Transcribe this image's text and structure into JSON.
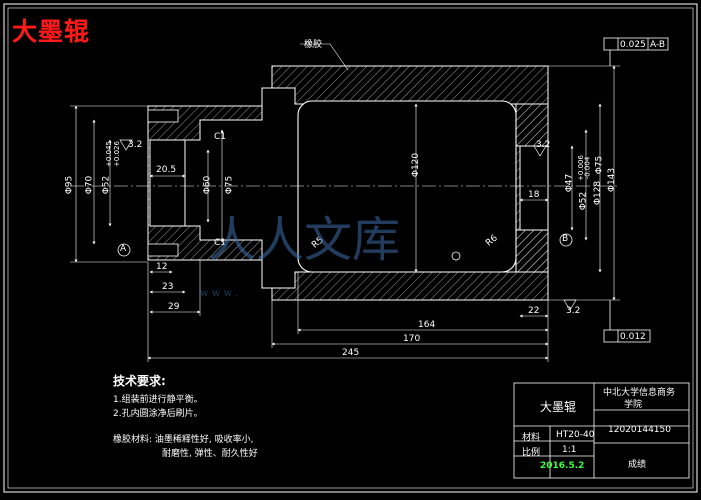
{
  "drawing": {
    "title": "大墨辊",
    "material_callout": "橡胶",
    "gtol_runout": {
      "value": "0.025",
      "datum": "A-B"
    },
    "gtol_bottom": {
      "value": "0.012"
    },
    "datum_a": "A",
    "datum_b": "B",
    "roughness_bottom": "3.2",
    "roughness_left": "3.2",
    "roughness_right": "3.2",
    "dims": {
      "d_left_outer": "Φ95",
      "d_left_mid": "Φ70",
      "d_left_tol_upper": "+0.045",
      "d_left_tol_lower": "+0.026",
      "d_left_small": "Φ52",
      "d_hub_60": "Φ60",
      "d_hub_75": "Φ75",
      "d_bore_120": "Φ120",
      "d_right_47": "Φ47",
      "d_right_52": "Φ52",
      "d_right_tol_upper": "+0.006",
      "d_right_tol_lower": "-0.004",
      "d_right_128": "Φ128",
      "d_right_75": "Φ75",
      "d_right_143": "Φ143",
      "len_20_5": "20.5",
      "len_12": "12",
      "len_23": "23",
      "len_29": "29",
      "len_164": "164",
      "len_170": "170",
      "len_245": "245",
      "len_18": "18",
      "len_22": "22",
      "radius_r5": "R5",
      "radius_r6": "R6",
      "chamfer": "C1",
      "chamfer2": "C1"
    }
  },
  "notes": {
    "heading": "技术要求:",
    "items": [
      "1.组装前进行静平衡。",
      "2.孔内圆涂净后刷片。"
    ],
    "rubber_line1": "橡胶材料: 油墨稀释性好, 吸收率小,",
    "rubber_line2": "耐磨性, 弹性、耐久性好"
  },
  "title_block": {
    "part_name": "大墨辊",
    "school_line1": "中北大学信息商务",
    "school_line2": "学院",
    "drawing_no": "12020144150",
    "material_label": "材料",
    "material_value": "HT20-40",
    "scale_label": "比例",
    "scale_value": "1:1",
    "date": "2016.5.2",
    "author": "成绩"
  },
  "watermark": {
    "text": "人人文库",
    "url": "w w w ."
  }
}
